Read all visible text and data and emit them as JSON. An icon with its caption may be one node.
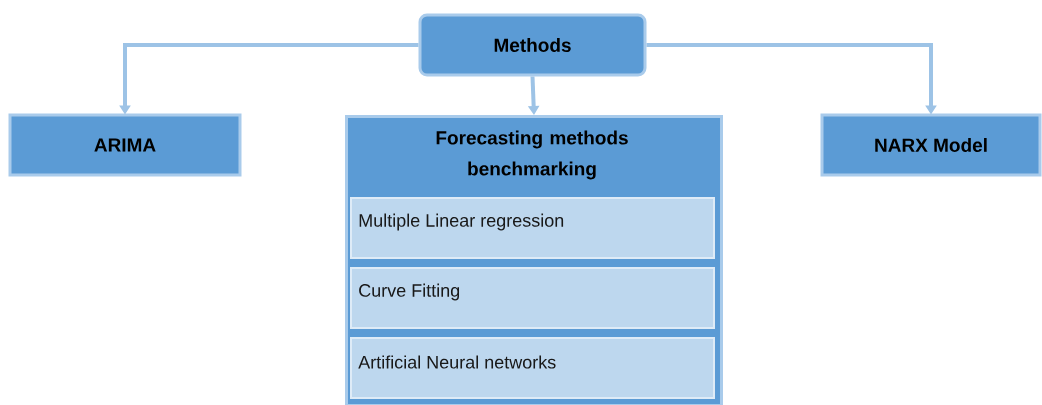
{
  "diagram": {
    "nodes": [
      {
        "text": [
          "Methods"
        ]
      },
      {
        "text": [
          "ARIMA"
        ]
      },
      {
        "text": [
          "Forecasting methods benchmarking"
        ]
      },
      {
        "text": [
          "Multiple Linear regression"
        ],
        "in": 2
      },
      {
        "text": [
          "Curve Fitting"
        ],
        "in": 2
      },
      {
        "text": [
          "Artificial Neural networks"
        ],
        "in": 2
      },
      {
        "text": [
          "NARX Model"
        ]
      }
    ],
    "edges": [
      {
        "from": 0,
        "to": 1,
        "arrow": "to"
      },
      {
        "from": 0,
        "to": 2,
        "arrow": "to"
      },
      {
        "from": 0,
        "to": 6,
        "arrow": "to"
      }
    ]
  }
}
